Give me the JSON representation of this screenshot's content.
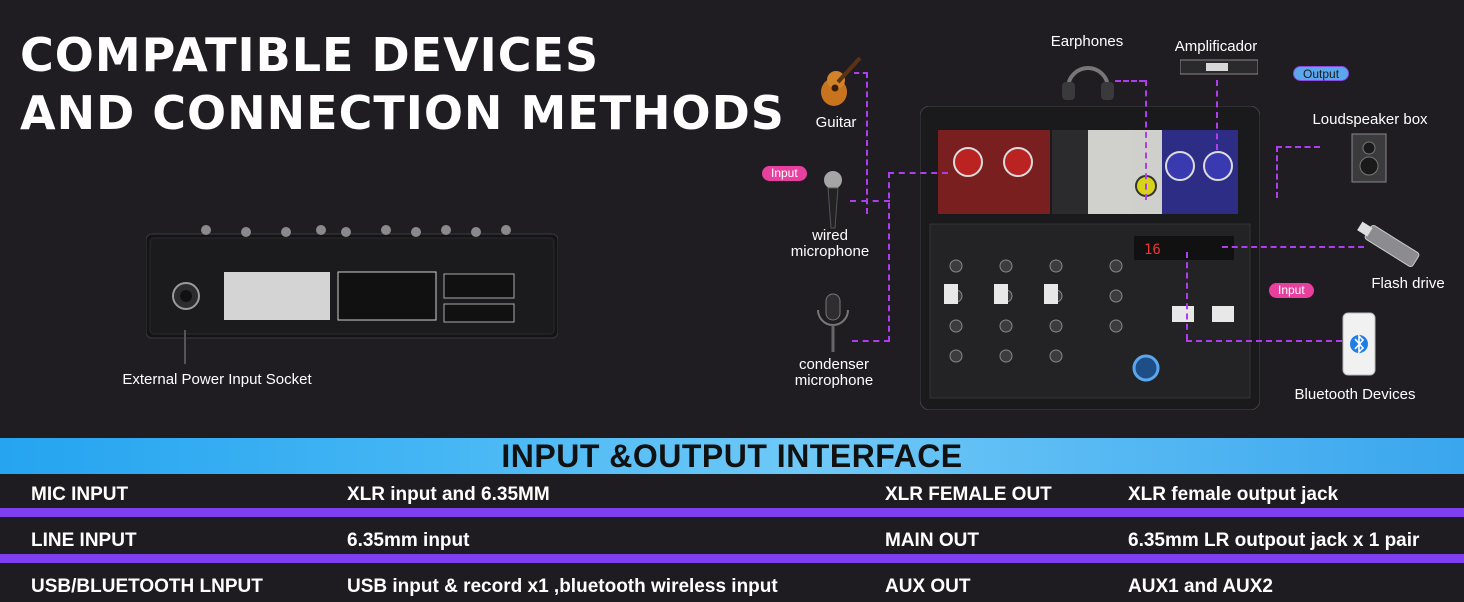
{
  "heading": {
    "line1": "COMPATIBLE DEVICES",
    "line2": "AND CONNECTION METHODS"
  },
  "back_panel": {
    "caption": "External Power Input Socket"
  },
  "devices": {
    "guitar": "Guitar",
    "earphones": "Earphones",
    "amplifier": "Amplificador",
    "loudspeaker": "Loudspeaker box",
    "wired_mic_1": "wired",
    "wired_mic_2": "microphone",
    "condenser_mic_1": "condenser",
    "condenser_mic_2": "microphone",
    "flash_drive": "Flash drive",
    "bluetooth": "Bluetooth Devices"
  },
  "badges": {
    "input_left": "Input",
    "output": "Output",
    "input_right": "Input"
  },
  "interface": {
    "title": "INPUT &OUTPUT INTERFACE",
    "rows": [
      {
        "name": "MIC INPUT",
        "desc": "XLR input and 6.35MM",
        "name2": "XLR FEMALE OUT",
        "desc2": "XLR female output jack"
      },
      {
        "name": "LINE INPUT",
        "desc": "6.35mm input",
        "name2": "MAIN OUT",
        "desc2": "6.35mm LR outpout jack x 1 pair"
      },
      {
        "name": "USB/BLUETOOTH LNPUT",
        "desc": "USB input & record x1 ,bluetooth wireless input",
        "name2": "AUX OUT",
        "desc2": "AUX1 and AUX2"
      }
    ]
  },
  "colors": {
    "background": "#1f1c22",
    "accent_purple": "#7d3ff0",
    "banner_blue": "#45b6f4",
    "badge_pink": "#e8409e"
  }
}
